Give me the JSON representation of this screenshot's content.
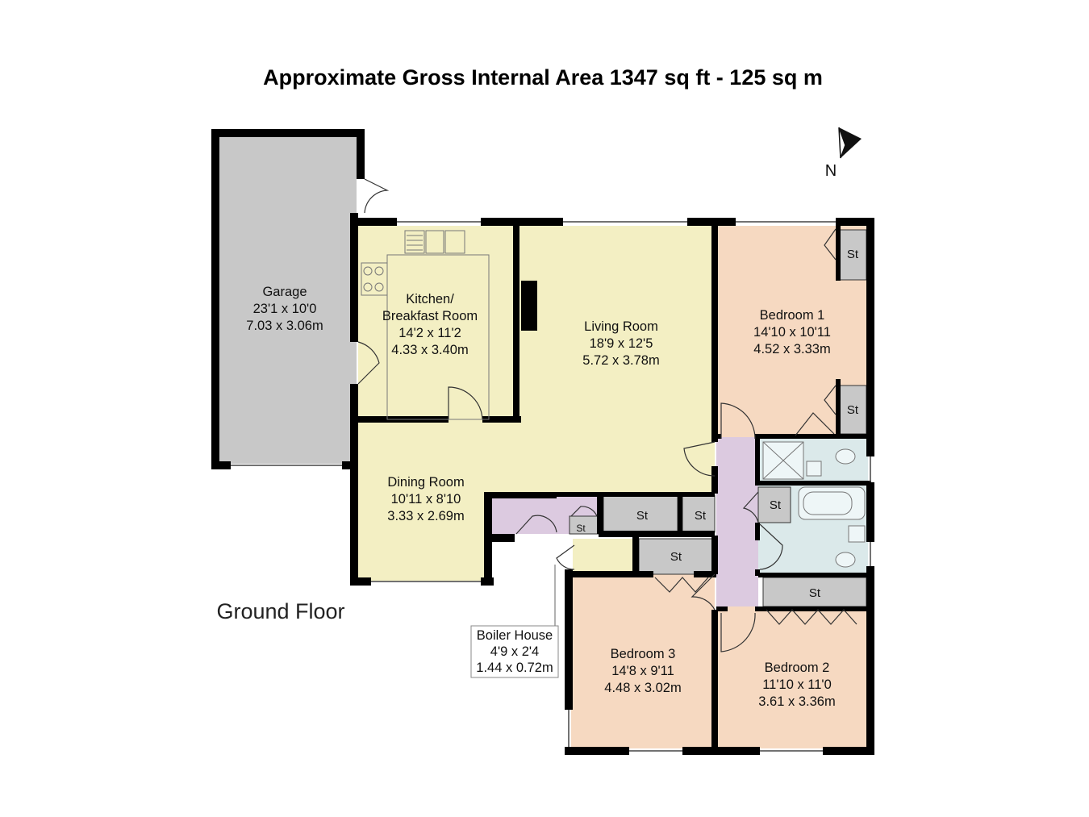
{
  "title": "Approximate Gross Internal Area 1347 sq ft - 125 sq m",
  "floor_label": "Ground Floor",
  "north_label": "N",
  "colors": {
    "wall": "#000000",
    "garage": "#c8c8c8",
    "living": "#f3efc3",
    "bedroom": "#f6d9c1",
    "hall": "#dccae0",
    "bathroom": "#dbe9ea",
    "storage": "#c8c8c8"
  },
  "rooms": {
    "garage": {
      "name": "Garage",
      "imperial": "23'1 x 10'0",
      "metric": "7.03 x 3.06m"
    },
    "kitchen": {
      "name": "Kitchen/",
      "name2": "Breakfast Room",
      "imperial": "14'2 x 11'2",
      "metric": "4.33 x 3.40m"
    },
    "living": {
      "name": "Living Room",
      "imperial": "18'9 x 12'5",
      "metric": "5.72 x 3.78m"
    },
    "bedroom1": {
      "name": "Bedroom 1",
      "imperial": "14'10 x 10'11",
      "metric": "4.52 x 3.33m"
    },
    "dining": {
      "name": "Dining Room",
      "imperial": "10'11 x 8'10",
      "metric": "3.33 x 2.69m"
    },
    "bedroom3": {
      "name": "Bedroom 3",
      "imperial": "14'8 x 9'11",
      "metric": "4.48 x 3.02m"
    },
    "bedroom2": {
      "name": "Bedroom 2",
      "imperial": "11'10 x 11'0",
      "metric": "3.61 x 3.36m"
    },
    "boiler": {
      "name": "Boiler House",
      "imperial": "4'9 x 2'4",
      "metric": "1.44 x 0.72m"
    }
  },
  "storage_label": "St"
}
